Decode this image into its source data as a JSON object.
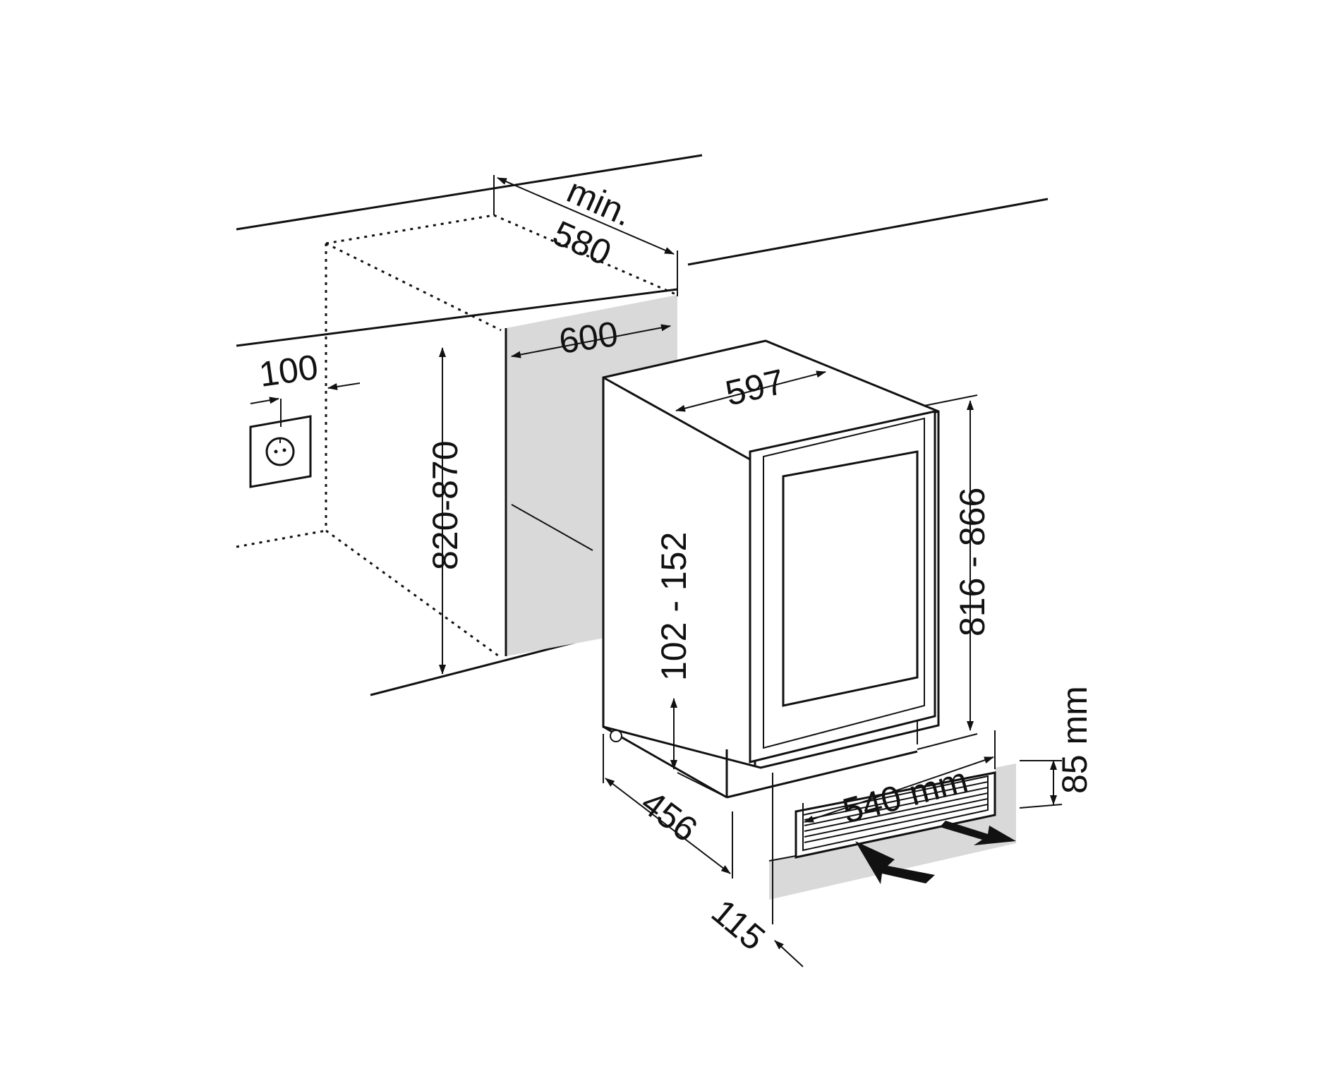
{
  "dimensions": {
    "min_label": "min.",
    "depth_min": "580",
    "niche_width": "600",
    "socket_offset": "100",
    "niche_height": "820-870",
    "appliance_width": "597",
    "appliance_height": "816 - 866",
    "plinth_height": "102 - 152",
    "appliance_depth": "456",
    "grille_width": "540 mm",
    "grille_height": "85 mm",
    "plinth_setback": "115"
  },
  "colors": {
    "line": "#111111",
    "panel": "#d9d9d9",
    "background": "#ffffff"
  },
  "icons": {
    "socket": "power-socket-icon",
    "airflow_in": "airflow-in-arrow-icon",
    "airflow_out": "airflow-out-arrow-icon"
  }
}
